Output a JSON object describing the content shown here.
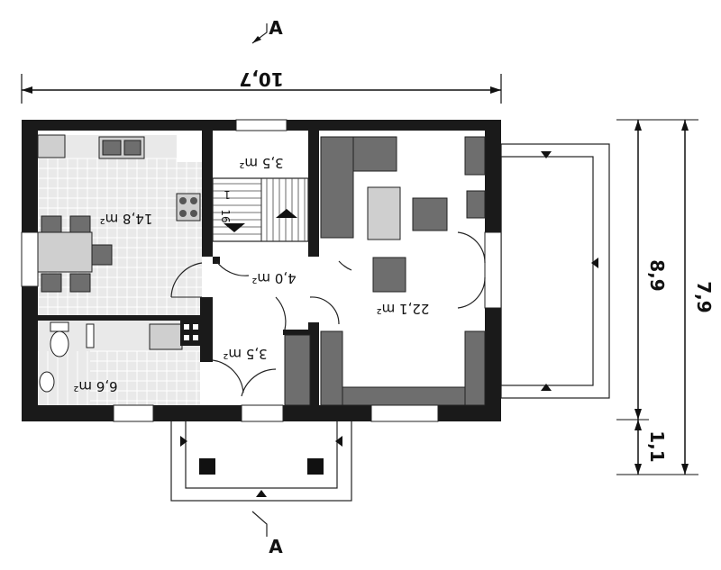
{
  "section_marks": {
    "top": "A",
    "bottom": "A"
  },
  "dimensions": {
    "total_width": "10,7",
    "depth_main": "8,9",
    "depth_total": "7,9",
    "porch_depth": "1,1"
  },
  "rooms": {
    "kitchen": "14,8 m²",
    "stair_hall": "3,5 m²",
    "living": "22,1 m²",
    "hall": "4,0 m²",
    "vestibule": "3,5 m²",
    "bathroom": "6,6 m²"
  },
  "stairs": {
    "top_number": "1",
    "bottom_number": "16"
  }
}
